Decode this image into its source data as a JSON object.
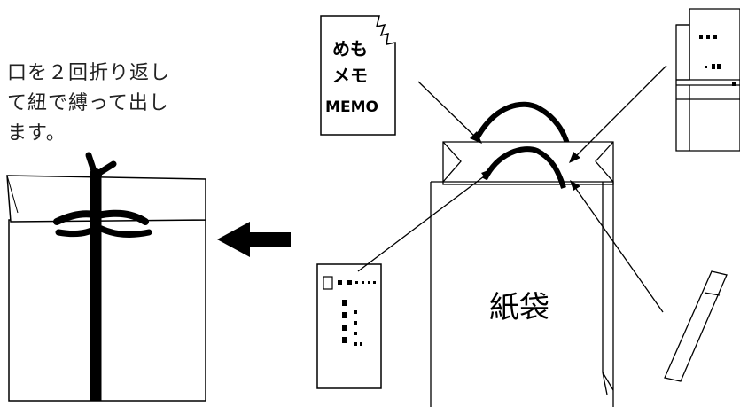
{
  "instruction": {
    "lines": [
      "口を２回折り返し",
      "て紐で縛って出し",
      "ます。"
    ]
  },
  "memo": {
    "lines": [
      "めも",
      "メモ",
      "MEMO"
    ]
  },
  "bag": {
    "label": "紙袋"
  }
}
